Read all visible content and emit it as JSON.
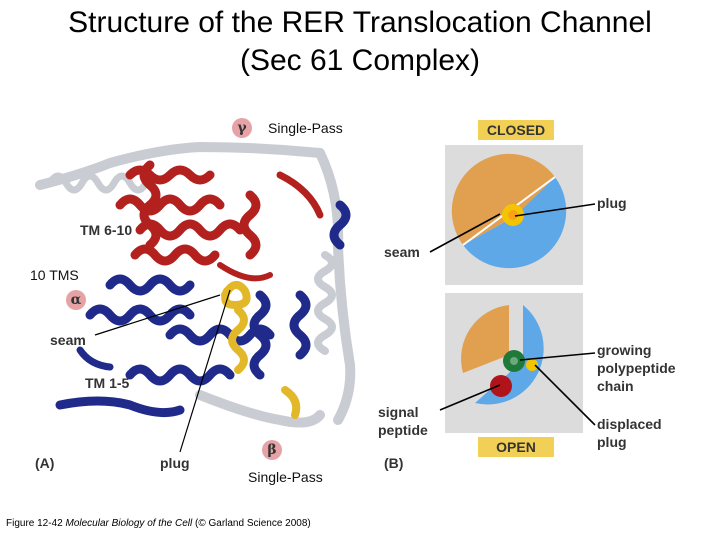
{
  "title": {
    "line1": "Structure of the RER Translocation Channel",
    "line2": "(Sec 61 Complex)"
  },
  "panel_a": {
    "letter": "(A)",
    "gamma": {
      "symbol": "γ",
      "note": "Single-Pass"
    },
    "alpha": {
      "symbol": "α",
      "note": "10 TMS"
    },
    "beta": {
      "symbol": "β",
      "note": "Single-Pass"
    },
    "tm_6_10": "TM 6-10",
    "tm_1_5": "TM 1-5",
    "seam": "seam",
    "plug": "plug"
  },
  "panel_b": {
    "letter": "(B)",
    "closed": "CLOSED",
    "open": "OPEN",
    "plug": "plug",
    "seam": "seam",
    "growing_line1": "growing",
    "growing_line2": "polypeptide",
    "growing_line3": "chain",
    "signal_line1": "signal",
    "signal_line2": "peptide",
    "displaced_line1": "displaced",
    "displaced_line2": "plug"
  },
  "caption": {
    "prefix": "Figure 12-42  ",
    "book": "Molecular Biology of the Cell",
    "suffix": " (© Garland Science 2008)"
  },
  "colors": {
    "helix_red": "#b3211f",
    "helix_blue": "#1f2a8a",
    "helix_gray": "#c9ccd2",
    "helix_yellow": "#e2b829",
    "orange": "#e0a050",
    "light_blue": "#5fa8e8",
    "green": "#1f7a3a",
    "dark_red": "#b0141a",
    "badge_pink": "#e5a3a6",
    "label_yellow": "#f2cf55"
  }
}
